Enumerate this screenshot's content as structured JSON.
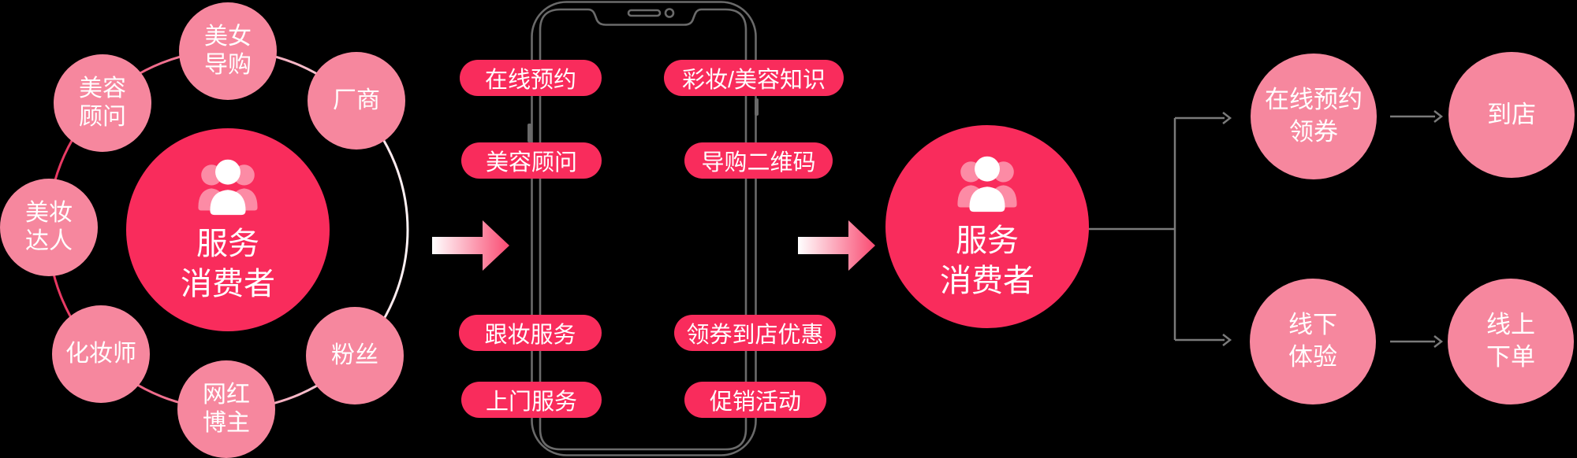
{
  "colors": {
    "background": "#000000",
    "primary_pink": "#f92c5c",
    "light_pink": "#f6879e",
    "ring_gradient_start": "#e8325e",
    "ring_gradient_end": "#fff3f5",
    "arrow_gradient_start": "#ffffff",
    "arrow_gradient_end": "#f94b72",
    "connector_gray": "#7a7a7a",
    "phone_gray": "#6a6a6a",
    "text": "#ffffff"
  },
  "ecosystem": {
    "center": {
      "lines": [
        "服务",
        "消费者"
      ]
    },
    "satellites": [
      {
        "lines": [
          "美女",
          "导购"
        ]
      },
      {
        "lines": [
          "厂商"
        ]
      },
      {
        "lines": [
          "粉丝"
        ]
      },
      {
        "lines": [
          "网红",
          "博主"
        ]
      },
      {
        "lines": [
          "化妆师"
        ]
      },
      {
        "lines": [
          "美妆",
          "达人"
        ]
      },
      {
        "lines": [
          "美容",
          "顾问"
        ]
      }
    ]
  },
  "phone": {
    "left_pills": [
      "在线预约",
      "美容顾问",
      "跟妆服务",
      "上门服务"
    ],
    "right_pills": [
      "彩妆/美容知识",
      "导购二维码",
      "领券到店优惠",
      "促销活动"
    ]
  },
  "consumer": {
    "lines": [
      "服务",
      "消费者"
    ]
  },
  "flow": [
    {
      "node": {
        "lines": [
          "在线预约",
          "领券"
        ]
      },
      "result": {
        "lines": [
          "到店"
        ]
      }
    },
    {
      "node": {
        "lines": [
          "线下",
          "体验"
        ]
      },
      "result": {
        "lines": [
          "线上",
          "下单"
        ]
      }
    }
  ]
}
